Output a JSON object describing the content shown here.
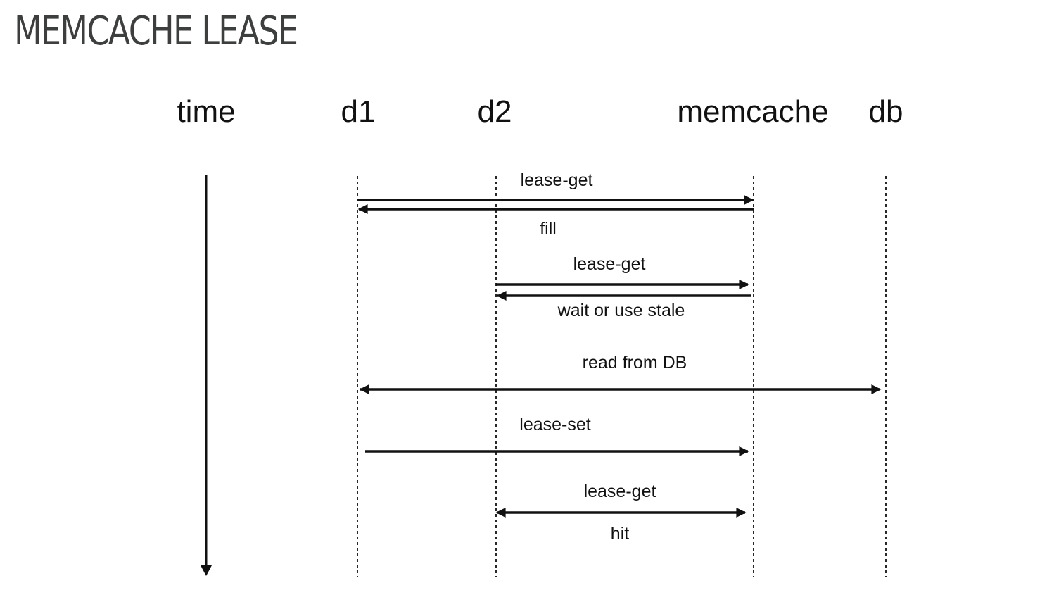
{
  "title": "MEMCACHE LEASE",
  "columns": {
    "time": "time",
    "d1": "d1",
    "d2": "d2",
    "memcache": "memcache",
    "db": "db"
  },
  "messages": [
    {
      "id": "m1",
      "label": "lease-get",
      "from": "d1",
      "to": "memcache"
    },
    {
      "id": "m2",
      "label": "fill",
      "from": "memcache",
      "to": "d1"
    },
    {
      "id": "m3",
      "label": "lease-get",
      "from": "d2",
      "to": "memcache"
    },
    {
      "id": "m4",
      "label": "wait or use stale",
      "from": "memcache",
      "to": "d2"
    },
    {
      "id": "m5",
      "label": "read from DB",
      "from": "d1",
      "to": "db",
      "bidirectional": true
    },
    {
      "id": "m6",
      "label": "lease-set",
      "from": "d1",
      "to": "memcache"
    },
    {
      "id": "m7",
      "label": "lease-get",
      "from": "d2",
      "to": "memcache",
      "bidirectional": true
    },
    {
      "id": "m8",
      "label": "hit",
      "from": "memcache",
      "to": "d2"
    }
  ]
}
